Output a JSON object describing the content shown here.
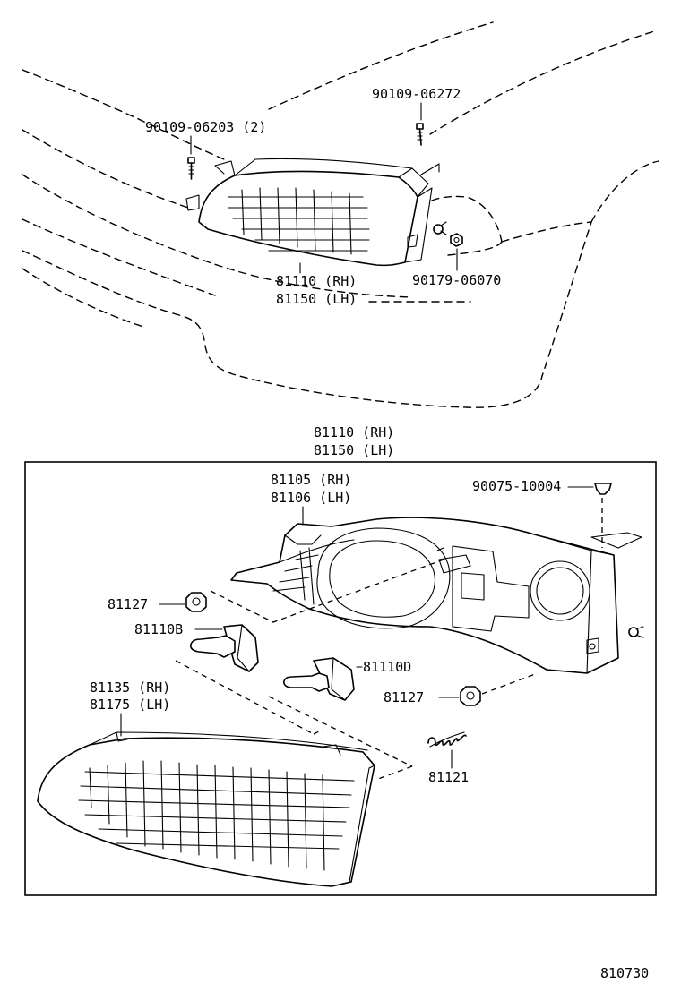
{
  "diagram": {
    "figure_number": "810730",
    "top_view": {
      "labels": {
        "bolt_2": "90109-06203 (2)",
        "bolt_1": "90109-06272",
        "nut": "90179-06070",
        "lamp_rh": "81110 (RH)",
        "lamp_lh": "81150 (LH)"
      }
    },
    "box_title": {
      "rh": "81110 (RH)",
      "lh": "81150 (LH)"
    },
    "exploded_view": {
      "labels": {
        "housing_rh": "81105 (RH)",
        "housing_lh": "81106 (LH)",
        "clip": "90075-10004",
        "socket_left": "81127",
        "bulb_b": "81110B",
        "bulb_d": "81110D",
        "socket_right": "81127",
        "lens_rh": "81135 (RH)",
        "lens_lh": "81175 (LH)",
        "spring": "81121"
      }
    }
  }
}
